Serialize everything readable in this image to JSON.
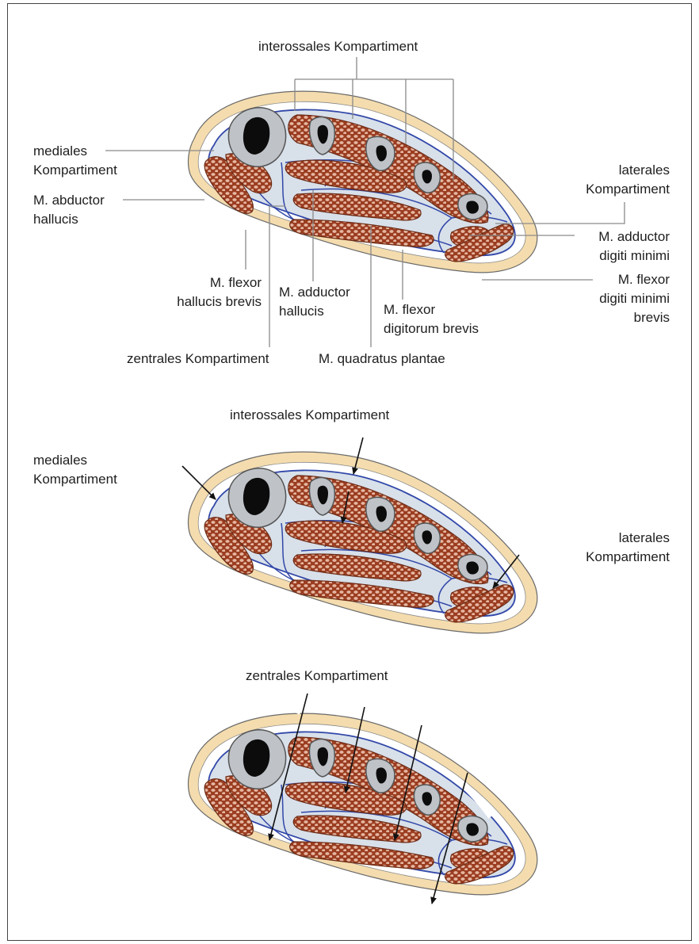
{
  "colors": {
    "skin": "#f4dcae",
    "compartment_fill": "#d8e0ea",
    "fascia": "#3147a8",
    "muscle": "#9b3d21",
    "bone": "#bfc3c8",
    "marrow": "#0c0c0c"
  },
  "panel1": {
    "interosseous": "interossales Kompartiment",
    "medial_line1": "mediales",
    "medial_line2": "Kompartiment",
    "abductor_hallucis_line1": "M. abductor",
    "abductor_hallucis_line2": "hallucis",
    "lateral_line1": "laterales",
    "lateral_line2": "Kompartiment",
    "adductor_dm_line1": "M. adductor",
    "adductor_dm_line2": "digiti minimi",
    "flexor_hb_line1": "M. flexor",
    "flexor_hb_line2": "hallucis brevis",
    "adductor_h_line1": "M. adductor",
    "adductor_h_line2": "hallucis",
    "flexor_db_line1": "M. flexor",
    "flexor_db_line2": "digitorum brevis",
    "flexor_dmb_line1": "M. flexor",
    "flexor_dmb_line2": "digiti minimi",
    "flexor_dmb_line3": "brevis",
    "central": "zentrales Kompartiment",
    "quadratus": "M. quadratus plantae"
  },
  "panel2": {
    "interosseous": "interossales Kompartiment",
    "medial_line1": "mediales",
    "medial_line2": "Kompartiment",
    "lateral_line1": "laterales",
    "lateral_line2": "Kompartiment"
  },
  "panel3": {
    "central": "zentrales Kompartiment"
  }
}
